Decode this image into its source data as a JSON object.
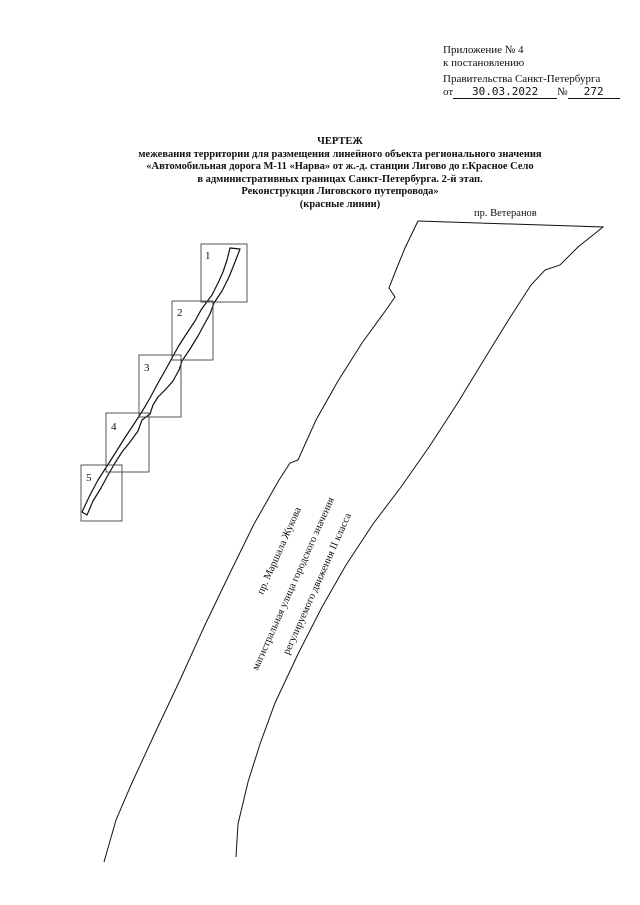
{
  "appendix": {
    "line1": "Приложение № 4",
    "line2": "к постановлению",
    "line3": "Правительства Санкт-Петербурга",
    "date_prefix": "от",
    "date_value": "30.03.2022",
    "number_prefix": "№",
    "number_value": "272"
  },
  "title": {
    "heading": "ЧЕРТЕЖ",
    "line1": "межевания территории для размещения линейного объекта регионального значения",
    "line2": "«Автомобильная дорога М-11 «Нарва» от ж.-д. станции Лигово до г.Красное Село",
    "line3": "в административных границах Санкт-Петербурга. 2-й этап.",
    "line4": "Реконструкция Лиговского путепровода»",
    "line5": "(красные линии)"
  },
  "map": {
    "street_top": "пр. Ветеранов",
    "street_main": "пр. Маршала Жукова",
    "street_desc_1": "магистральная улица городского значения",
    "street_desc_2": "регулируемого движения II класса",
    "sheets": [
      "1",
      "2",
      "3",
      "4",
      "5"
    ]
  }
}
